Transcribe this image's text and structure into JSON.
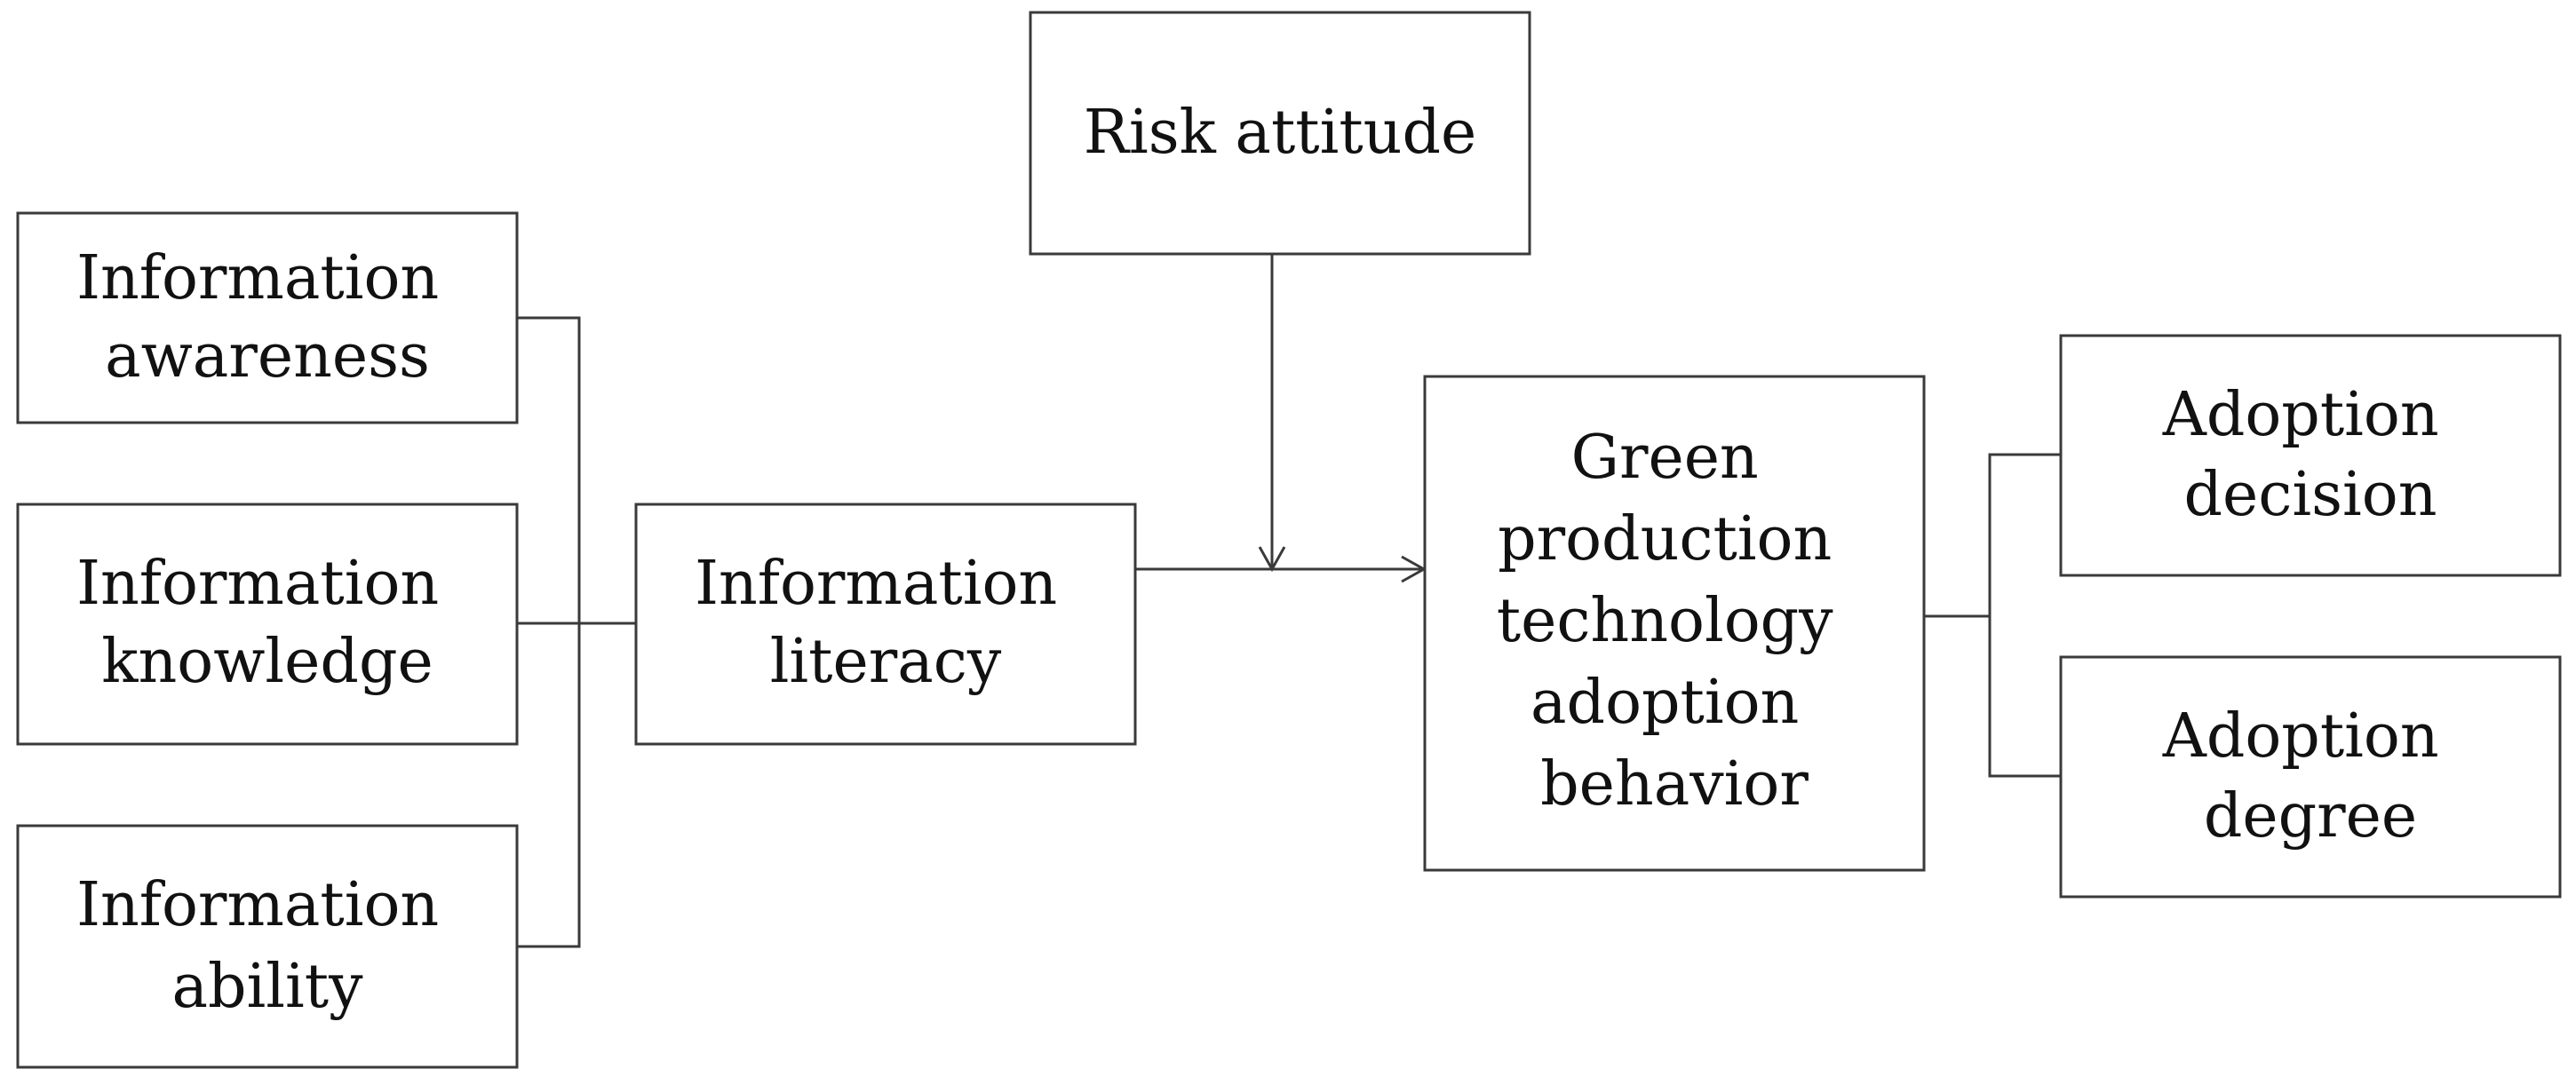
{
  "diagram": {
    "nodes": {
      "info_awareness": {
        "lines": [
          "Information",
          "awareness"
        ]
      },
      "info_knowledge": {
        "lines": [
          "Information",
          "knowledge"
        ]
      },
      "info_ability": {
        "lines": [
          "Information",
          "ability"
        ]
      },
      "info_literacy": {
        "lines": [
          "Information",
          "literacy"
        ]
      },
      "risk_attitude": {
        "lines": [
          "Risk attitude"
        ]
      },
      "green_behavior": {
        "lines": [
          "Green",
          "production",
          "technology",
          "adoption",
          "behavior"
        ]
      },
      "adoption_decision": {
        "lines": [
          "Adoption",
          "decision"
        ]
      },
      "adoption_degree": {
        "lines": [
          "Adoption",
          "degree"
        ]
      }
    },
    "colors": {
      "stroke": "#3a3a3a",
      "text": "#111111",
      "background": "#ffffff"
    }
  }
}
